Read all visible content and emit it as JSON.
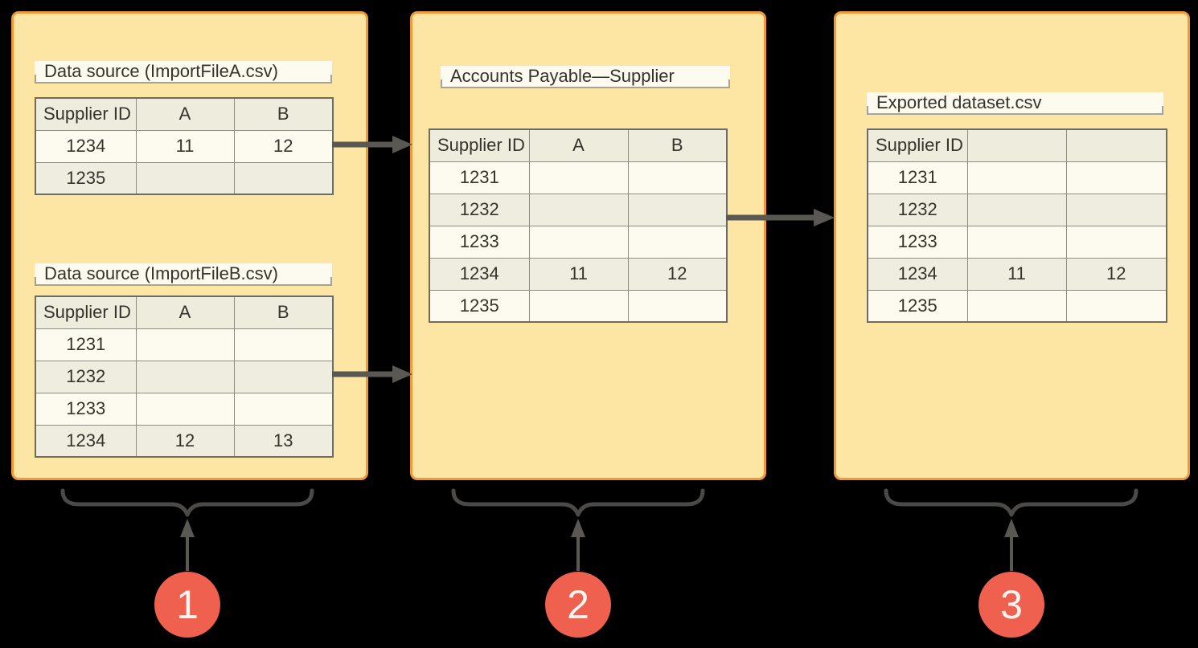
{
  "colors": {
    "bg": "#000000",
    "panel_fill": "#fde5a3",
    "panel_border": "#f0993a",
    "label_bg": "#fdfbf0",
    "label_line": "#a5a398",
    "header_bg": "#eeecdd",
    "row_light": "#fdfbef",
    "row_dark": "#efede0",
    "cell_border": "#8f8d82",
    "table_outer": "#6e6c62",
    "text": "#35332c",
    "arrow": "#5a5852",
    "brace": "#4c4a48",
    "badge": "#ef604e",
    "badge_text": "#f8f6f1"
  },
  "icons": {
    "flow_arrow": "arrow-right-icon",
    "pointer_arrow": "arrow-up-icon",
    "brace": "underbrace-icon"
  },
  "panels": [
    {
      "badge": "1",
      "tables": [
        {
          "title": "Data source (ImportFileA.csv)",
          "columns": [
            "Supplier ID",
            "A",
            "B"
          ],
          "rows": [
            [
              "1234",
              "11",
              "12"
            ],
            [
              "1235",
              "",
              ""
            ]
          ]
        },
        {
          "title": "Data source (ImportFileB.csv)",
          "columns": [
            "Supplier ID",
            "A",
            "B"
          ],
          "rows": [
            [
              "1231",
              "",
              ""
            ],
            [
              "1232",
              "",
              ""
            ],
            [
              "1233",
              "",
              ""
            ],
            [
              "1234",
              "12",
              "13"
            ]
          ]
        }
      ]
    },
    {
      "badge": "2",
      "tables": [
        {
          "title": "Accounts Payable—Supplier",
          "columns": [
            "Supplier ID",
            "A",
            "B"
          ],
          "rows": [
            [
              "1231",
              "",
              ""
            ],
            [
              "1232",
              "",
              ""
            ],
            [
              "1233",
              "",
              ""
            ],
            [
              "1234",
              "11",
              "12"
            ],
            [
              "1235",
              "",
              ""
            ]
          ]
        }
      ]
    },
    {
      "badge": "3",
      "tables": [
        {
          "title": "Exported dataset.csv",
          "columns": [
            "Supplier ID",
            "",
            ""
          ],
          "rows": [
            [
              "1231",
              "",
              ""
            ],
            [
              "1232",
              "",
              ""
            ],
            [
              "1233",
              "",
              ""
            ],
            [
              "1234",
              "11",
              "12"
            ],
            [
              "1235",
              "",
              ""
            ]
          ]
        }
      ]
    }
  ]
}
